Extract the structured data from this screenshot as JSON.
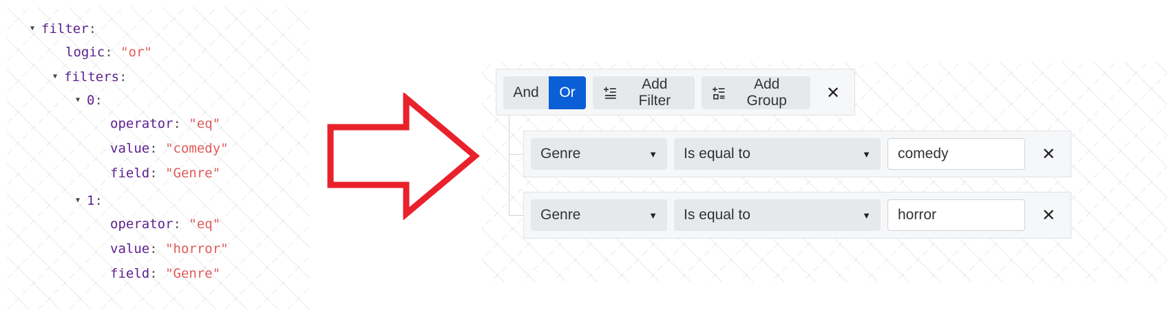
{
  "json_tree": {
    "root_key": "filter",
    "logic_key": "logic",
    "logic_value": "\"or\"",
    "filters_key": "filters",
    "items": [
      {
        "index": "0",
        "operator_key": "operator",
        "operator_value": "\"eq\"",
        "value_key": "value",
        "value_value": "\"comedy\"",
        "field_key": "field",
        "field_value": "\"Genre\""
      },
      {
        "index": "1",
        "operator_key": "operator",
        "operator_value": "\"eq\"",
        "value_key": "value",
        "value_value": "\"horror\"",
        "field_key": "field",
        "field_value": "\"Genre\""
      }
    ],
    "colon": ":"
  },
  "arrow_color": "#e8212b",
  "builder": {
    "and_label": "And",
    "or_label": "Or",
    "add_filter_label": "Add Filter",
    "add_group_label": "Add Group",
    "close_glyph": "✕",
    "logic_selected": "Or",
    "accent": "#0b5fd6",
    "rows": [
      {
        "field": "Genre",
        "operator": "Is equal to",
        "value": "comedy"
      },
      {
        "field": "Genre",
        "operator": "Is equal to",
        "value": "horror"
      }
    ]
  }
}
